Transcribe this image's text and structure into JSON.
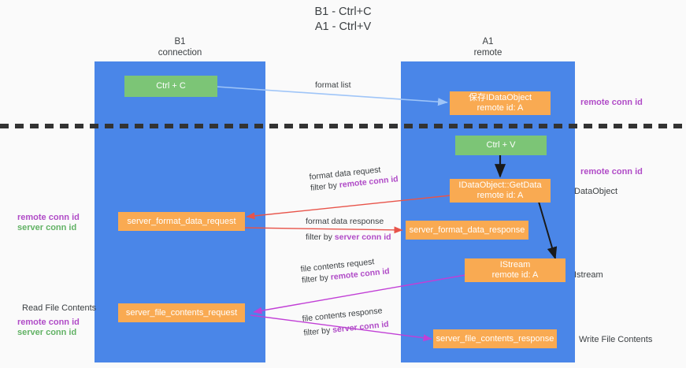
{
  "title": {
    "line1": "B1 - Ctrl+C",
    "line2": "A1 - Ctrl+V"
  },
  "lanes": [
    {
      "key": "b1",
      "name": "B1",
      "sub": "connection",
      "color": "#4a86e8"
    },
    {
      "key": "a1",
      "name": "A1",
      "sub": "remote",
      "color": "#4a86e8"
    }
  ],
  "colors": {
    "lane": "#4a86e8",
    "green_box": "#7cc576",
    "orange_box": "#f9aa52",
    "purple_text": "#b04bc7",
    "green_text": "#62b265",
    "red_arrow": "#e8544a",
    "magenta_arrow": "#c13fd6",
    "blue_arrow": "#9fc5f8",
    "black_arrow": "#1a1a1a",
    "divider": "#333333",
    "page_bg": "#fafafa"
  },
  "boxes": {
    "ctrl_c": "Ctrl + C",
    "save_idataobject_l1": "保存IDataObject",
    "save_idataobject_l2": "remote id: A",
    "ctrl_v": "Ctrl + V",
    "getdata_l1": "IDataObject::GetData",
    "getdata_l2": "remote id: A",
    "server_format_data_request": "server_format_data_request",
    "server_format_data_response": "server_format_data_response",
    "istream_l1": "IStream",
    "istream_l2": "remote id: A",
    "server_file_contents_request": "server_file_contents_request",
    "server_file_contents_response": "server_file_contents_response"
  },
  "edge_labels": {
    "format_list": "format list",
    "format_data_request": "format data request",
    "format_data_request_filter_prefix": "filter by ",
    "format_data_request_filter_key": "remote conn id",
    "format_data_response": "format data response",
    "format_data_response_filter_prefix": "filter by ",
    "format_data_response_filter_key": "server conn id",
    "file_contents_request": "file contents request",
    "file_contents_request_filter_prefix": "filter by ",
    "file_contents_request_filter_key": "remote conn id",
    "file_contents_response": "file contents response",
    "file_contents_response_filter_prefix": "filter by ",
    "file_contents_response_filter_key": "server conn id"
  },
  "side_labels": {
    "right_top_remote_conn_id": "remote conn id",
    "right_mid_remote_conn_id": "remote conn id",
    "right_dataobject": "DataObject",
    "right_istream": "Istream",
    "right_write_file_contents": "Write File Contents",
    "left_remote_conn_id_1": "remote conn id",
    "left_server_conn_id_1": "server conn id",
    "left_read_file_contents": "Read File Contents",
    "left_remote_conn_id_2": "remote conn id",
    "left_server_conn_id_2": "server conn id"
  }
}
